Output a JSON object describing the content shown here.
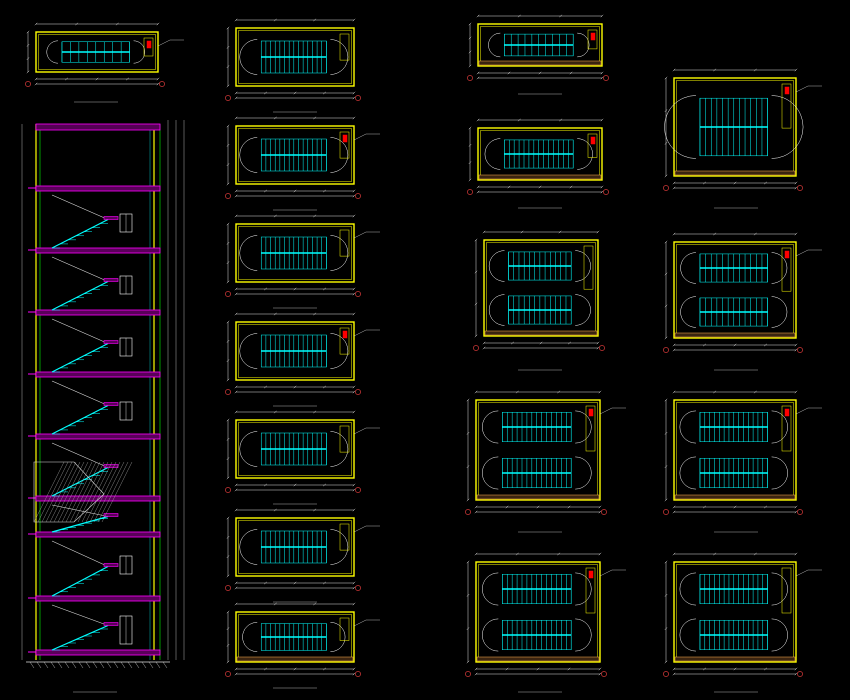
{
  "drawing": {
    "background": "#000000",
    "colors": {
      "wall": "#ffff00",
      "stair": "#00ffff",
      "dim": "#e0e0e0",
      "grid": "#ff4444",
      "slab": "#ff00ff",
      "door": "#ffffff",
      "hatch": "#ffb050",
      "accent": "#ff0000",
      "green": "#00ff00",
      "teal": "#00c0c0"
    },
    "section_caption": "",
    "plan_groups": [
      {
        "id": "stair-1",
        "plans": [
          {
            "caption": ""
          },
          {
            "caption": ""
          },
          {
            "caption": ""
          },
          {
            "caption": ""
          },
          {
            "caption": ""
          },
          {
            "caption": ""
          },
          {
            "caption": ""
          },
          {
            "caption": ""
          }
        ]
      },
      {
        "id": "stair-2",
        "plans": [
          {
            "caption": ""
          },
          {
            "caption": ""
          },
          {
            "caption": ""
          },
          {
            "caption": ""
          },
          {
            "caption": ""
          },
          {
            "caption": ""
          },
          {
            "caption": ""
          },
          {
            "caption": ""
          }
        ]
      },
      {
        "id": "stair-3",
        "plans": [
          {
            "caption": ""
          },
          {
            "caption": ""
          },
          {
            "caption": ""
          },
          {
            "caption": ""
          },
          {
            "caption": ""
          }
        ]
      }
    ]
  }
}
